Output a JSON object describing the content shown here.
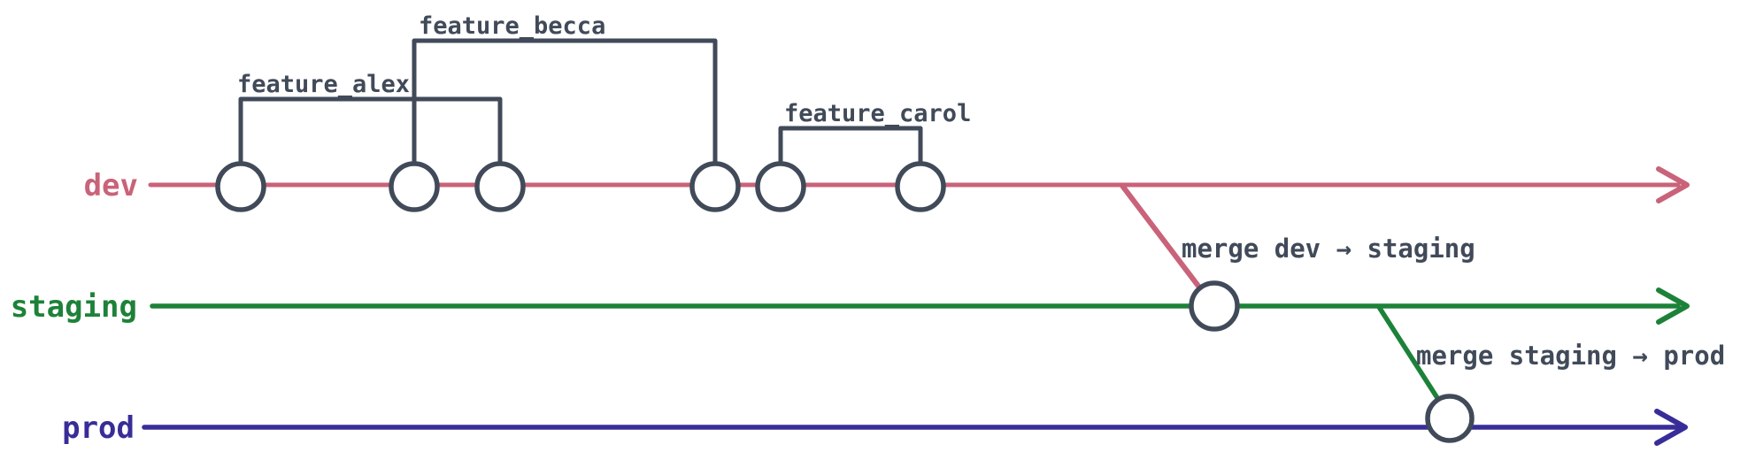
{
  "colors": {
    "dev": "#c96379",
    "staging": "#1d8239",
    "prod": "#382d98",
    "ink": "#414a59",
    "commit_fill": "#ffffff",
    "background": "#ffffff"
  },
  "branches": [
    {
      "label": "dev",
      "commit_count": 6
    },
    {
      "label": "staging",
      "commit_count": 1
    },
    {
      "label": "prod",
      "commit_count": 1
    }
  ],
  "feature_groups": [
    {
      "label": "feature_alex"
    },
    {
      "label": "feature_becca"
    },
    {
      "label": "feature_carol"
    }
  ],
  "merges": [
    {
      "label": "merge dev → staging"
    },
    {
      "label": "merge staging → prod"
    }
  ]
}
